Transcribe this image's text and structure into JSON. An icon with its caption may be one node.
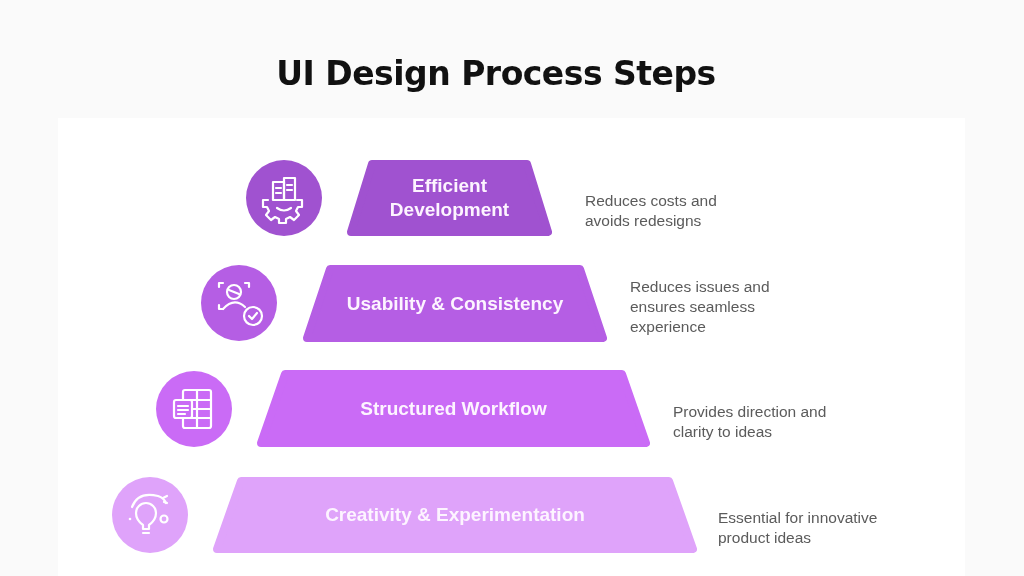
{
  "diagram": {
    "title": "UI Design Process Steps",
    "nodes": [
      {
        "text": [
          "Efficient Development"
        ],
        "beside": [
          "Reduces costs and avoids redesigns"
        ]
      },
      {
        "text": [
          "Usability & Consistency"
        ],
        "beside": [
          "Reduces issues and ensures seamless experience"
        ]
      },
      {
        "text": [
          "Structured Workflow"
        ],
        "beside": [
          "Provides direction and clarity to ideas"
        ]
      },
      {
        "text": [
          "Creativity & Experimentation"
        ],
        "beside": [
          "Essential for innovative product ideas"
        ]
      }
    ],
    "edges": []
  }
}
